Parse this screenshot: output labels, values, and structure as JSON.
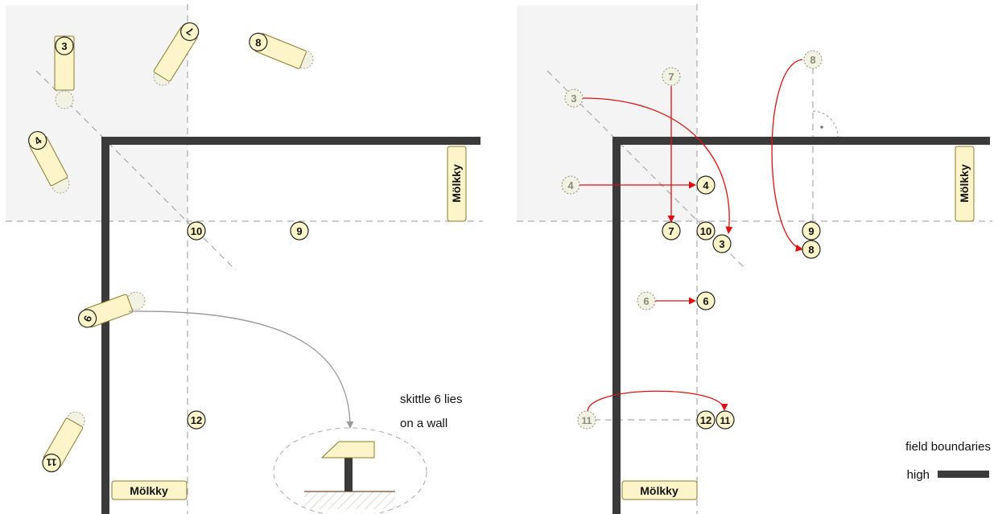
{
  "left_panel": {
    "annotation_line1": "skittle 6 lies",
    "annotation_line2": "on a wall",
    "sign_bottom": "Mölkky",
    "sign_side": "Mölkky",
    "lying_skittles": [
      "3",
      "7",
      "8",
      "4",
      "6",
      "11"
    ],
    "standing_skittles": [
      "10",
      "9",
      "12"
    ]
  },
  "right_panel": {
    "sign_bottom": "Mölkky",
    "sign_side": "Mölkky",
    "original_positions": [
      "3",
      "7",
      "8",
      "4",
      "6",
      "11"
    ],
    "new_positions": [
      "4",
      "7",
      "10",
      "3",
      "9",
      "8",
      "6",
      "12",
      "11"
    ]
  },
  "legend": {
    "title": "field boundaries",
    "label": "high"
  },
  "colors": {
    "wall": "#3a3a3a",
    "skittle_fill": "#fdf5c9",
    "skittle_stroke": "#8c7a2e",
    "ghost_fill": "#f2f2e2",
    "ghost_stroke": "#8b8b7a",
    "arrow_red": "#e01010",
    "arrow_gray": "#999999",
    "shade": "#f4f4f4",
    "dash": "#9a9a9a"
  }
}
